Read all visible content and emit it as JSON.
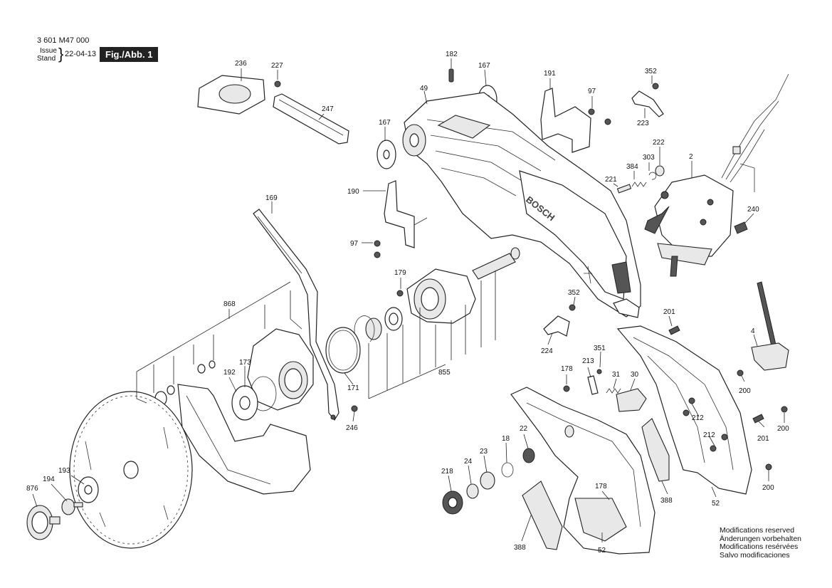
{
  "header": {
    "doc_number": "3 601 M47 000",
    "issue_label": "Issue",
    "stand_label": "Stand",
    "date": "22-04-13",
    "figure": "Fig./Abb. 1"
  },
  "footer": {
    "lines": [
      "Modifications reserved",
      "Änderungen vorbehalten",
      "Modifications resérvées",
      "Salvo modificaciones"
    ]
  },
  "brand_on_part": "BOSCH",
  "labels": {
    "l236": "236",
    "l227": "227",
    "l247": "247",
    "l182": "182",
    "l167a": "167",
    "l49": "49",
    "l167b": "167",
    "l191": "191",
    "l97a": "97",
    "l352a": "352",
    "l223": "223",
    "l222": "222",
    "l303": "303",
    "l384": "384",
    "l221": "221",
    "l2": "2",
    "l240": "240",
    "l190": "190",
    "l97b": "97",
    "l169": "169",
    "l179": "179",
    "l868": "868",
    "l352b": "352",
    "l224": "224",
    "l201a": "201",
    "l4": "4",
    "l351": "351",
    "l213": "213",
    "l31": "31",
    "l30": "30",
    "l178a": "178",
    "l200a": "200",
    "l192": "192",
    "l173": "173",
    "l171": "171",
    "l855": "855",
    "l246": "246",
    "l212a": "212",
    "l201b": "201",
    "l200b": "200",
    "l212b": "212",
    "l200c": "200",
    "l22": "22",
    "l18": "18",
    "l23": "23",
    "l24": "24",
    "l218": "218",
    "l388a": "388",
    "l52a": "52",
    "l876": "876",
    "l194": "194",
    "l193": "193",
    "l178b": "178",
    "l388b": "388",
    "l52b": "52"
  }
}
